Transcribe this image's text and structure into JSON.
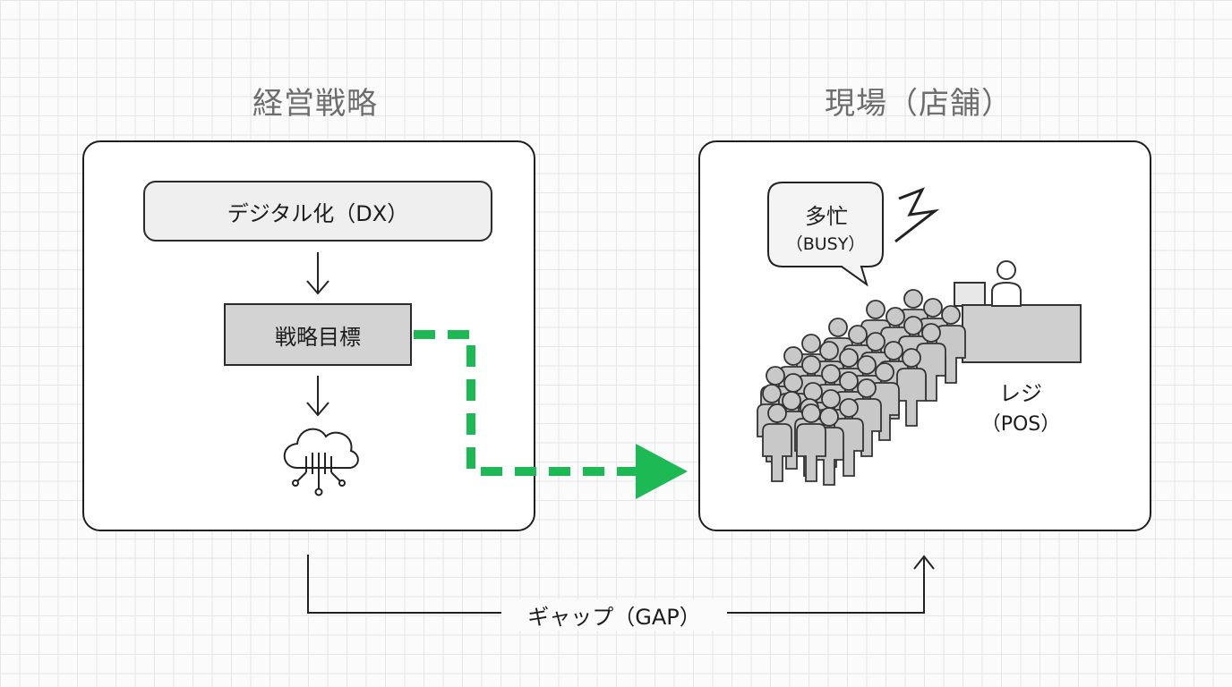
{
  "strategy": {
    "title": "経営戦略",
    "dx_label": "デジタル化（DX）",
    "goal_label": "戦略目標",
    "cloud_icon": "cloud-data-icon"
  },
  "store": {
    "title": "現場（店舗）",
    "busy_line1": "多忙",
    "busy_line2": "（BUSY）",
    "register_line1": "レジ",
    "register_line2": "（POS）",
    "crowd_icon": "queue-people-icon",
    "lightning_icon": "stress-zigzag-icon"
  },
  "gap": {
    "label": "ギャップ（GAP）"
  },
  "colors": {
    "accent_green": "#1db954",
    "box_dark": "#d3d3d3",
    "box_light": "#efefef",
    "person_fill": "#c8c8c8"
  }
}
